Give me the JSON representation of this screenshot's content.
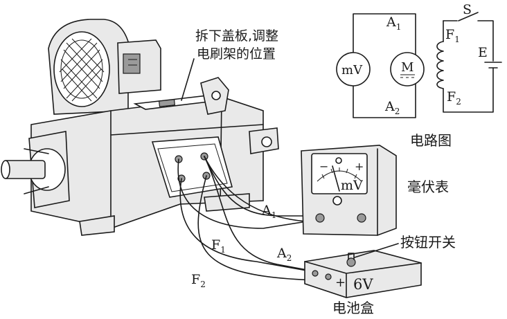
{
  "annotations": {
    "remove_cover": [
      "拆下盖板,调整",
      "电刷架的位置"
    ],
    "circuit_diagram": "电路图",
    "millivoltmeter": "毫伏表",
    "push_switch": "按钮开关",
    "battery_box": "电池盒"
  },
  "wire_labels": {
    "a1": "A",
    "a1_sub": "1",
    "a2": "A",
    "a2_sub": "2",
    "f1": "F",
    "f1_sub": "1",
    "f2": "F",
    "f2_sub": "2"
  },
  "meter": {
    "minus": "−",
    "plus": "+",
    "unit": "mV"
  },
  "battery": {
    "plus": "+",
    "voltage": "6V"
  },
  "schematic": {
    "voltmeter": "mV",
    "motor": "M",
    "a1": "A",
    "a1_sub": "1",
    "a2": "A",
    "a2_sub": "2",
    "switch": "S",
    "f1": "F",
    "f1_sub": "1",
    "f2": "F",
    "f2_sub": "2",
    "source": "E"
  }
}
